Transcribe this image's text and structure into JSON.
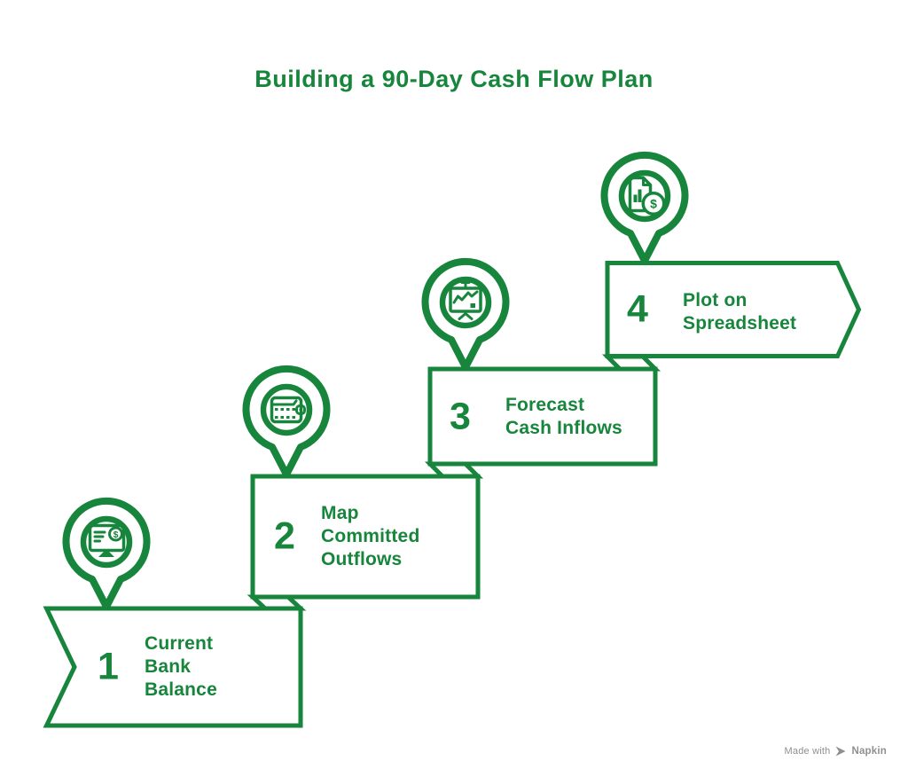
{
  "title": "Building a 90-Day Cash Flow Plan",
  "steps": [
    {
      "number": "1",
      "lines": [
        "Current",
        "Bank",
        "Balance"
      ],
      "icon": "bank-balance-monitor-icon"
    },
    {
      "number": "2",
      "lines": [
        "Map",
        "Committed",
        "Outflows"
      ],
      "icon": "wallet-icon"
    },
    {
      "number": "3",
      "lines": [
        "Forecast",
        "Cash Inflows"
      ],
      "icon": "chart-presentation-icon"
    },
    {
      "number": "4",
      "lines": [
        "Plot on",
        "Spreadsheet"
      ],
      "icon": "spreadsheet-document-icon"
    }
  ],
  "glyphs": {
    "dollar": "$"
  },
  "watermark": {
    "prefix": "Made with",
    "brand": "Napkin"
  },
  "colors": {
    "accent": "#17853C",
    "watermark": "#8F8F8F",
    "background": "#FFFFFF"
  }
}
